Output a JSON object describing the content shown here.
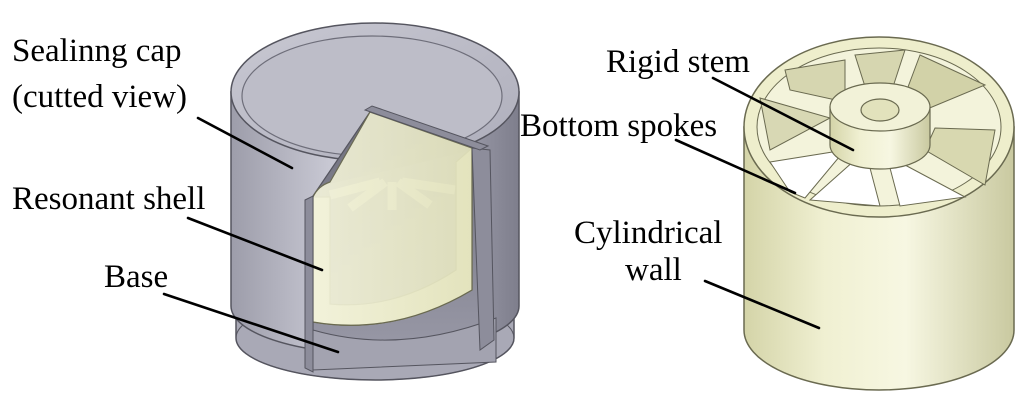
{
  "colors": {
    "cap_metal": "#b9b9c6",
    "cap_metal_dark": "#8e8e9e",
    "shell_cream": "#f2f2d6",
    "shell_cream_dark": "#d8d8b4",
    "background": "#ffffff",
    "leader_lines": "#000000"
  },
  "left_figure": {
    "labels": {
      "sealing_cap_line1": "Sealinng cap",
      "sealing_cap_line2": "(cutted view)",
      "resonant_shell": "Resonant shell",
      "base": "Base"
    }
  },
  "right_figure": {
    "labels": {
      "rigid_stem": "Rigid stem",
      "bottom_spokes": "Bottom spokes",
      "cylindrical_wall_line1": "Cylindrical",
      "cylindrical_wall_line2": "wall"
    },
    "spoke_count": 8
  }
}
